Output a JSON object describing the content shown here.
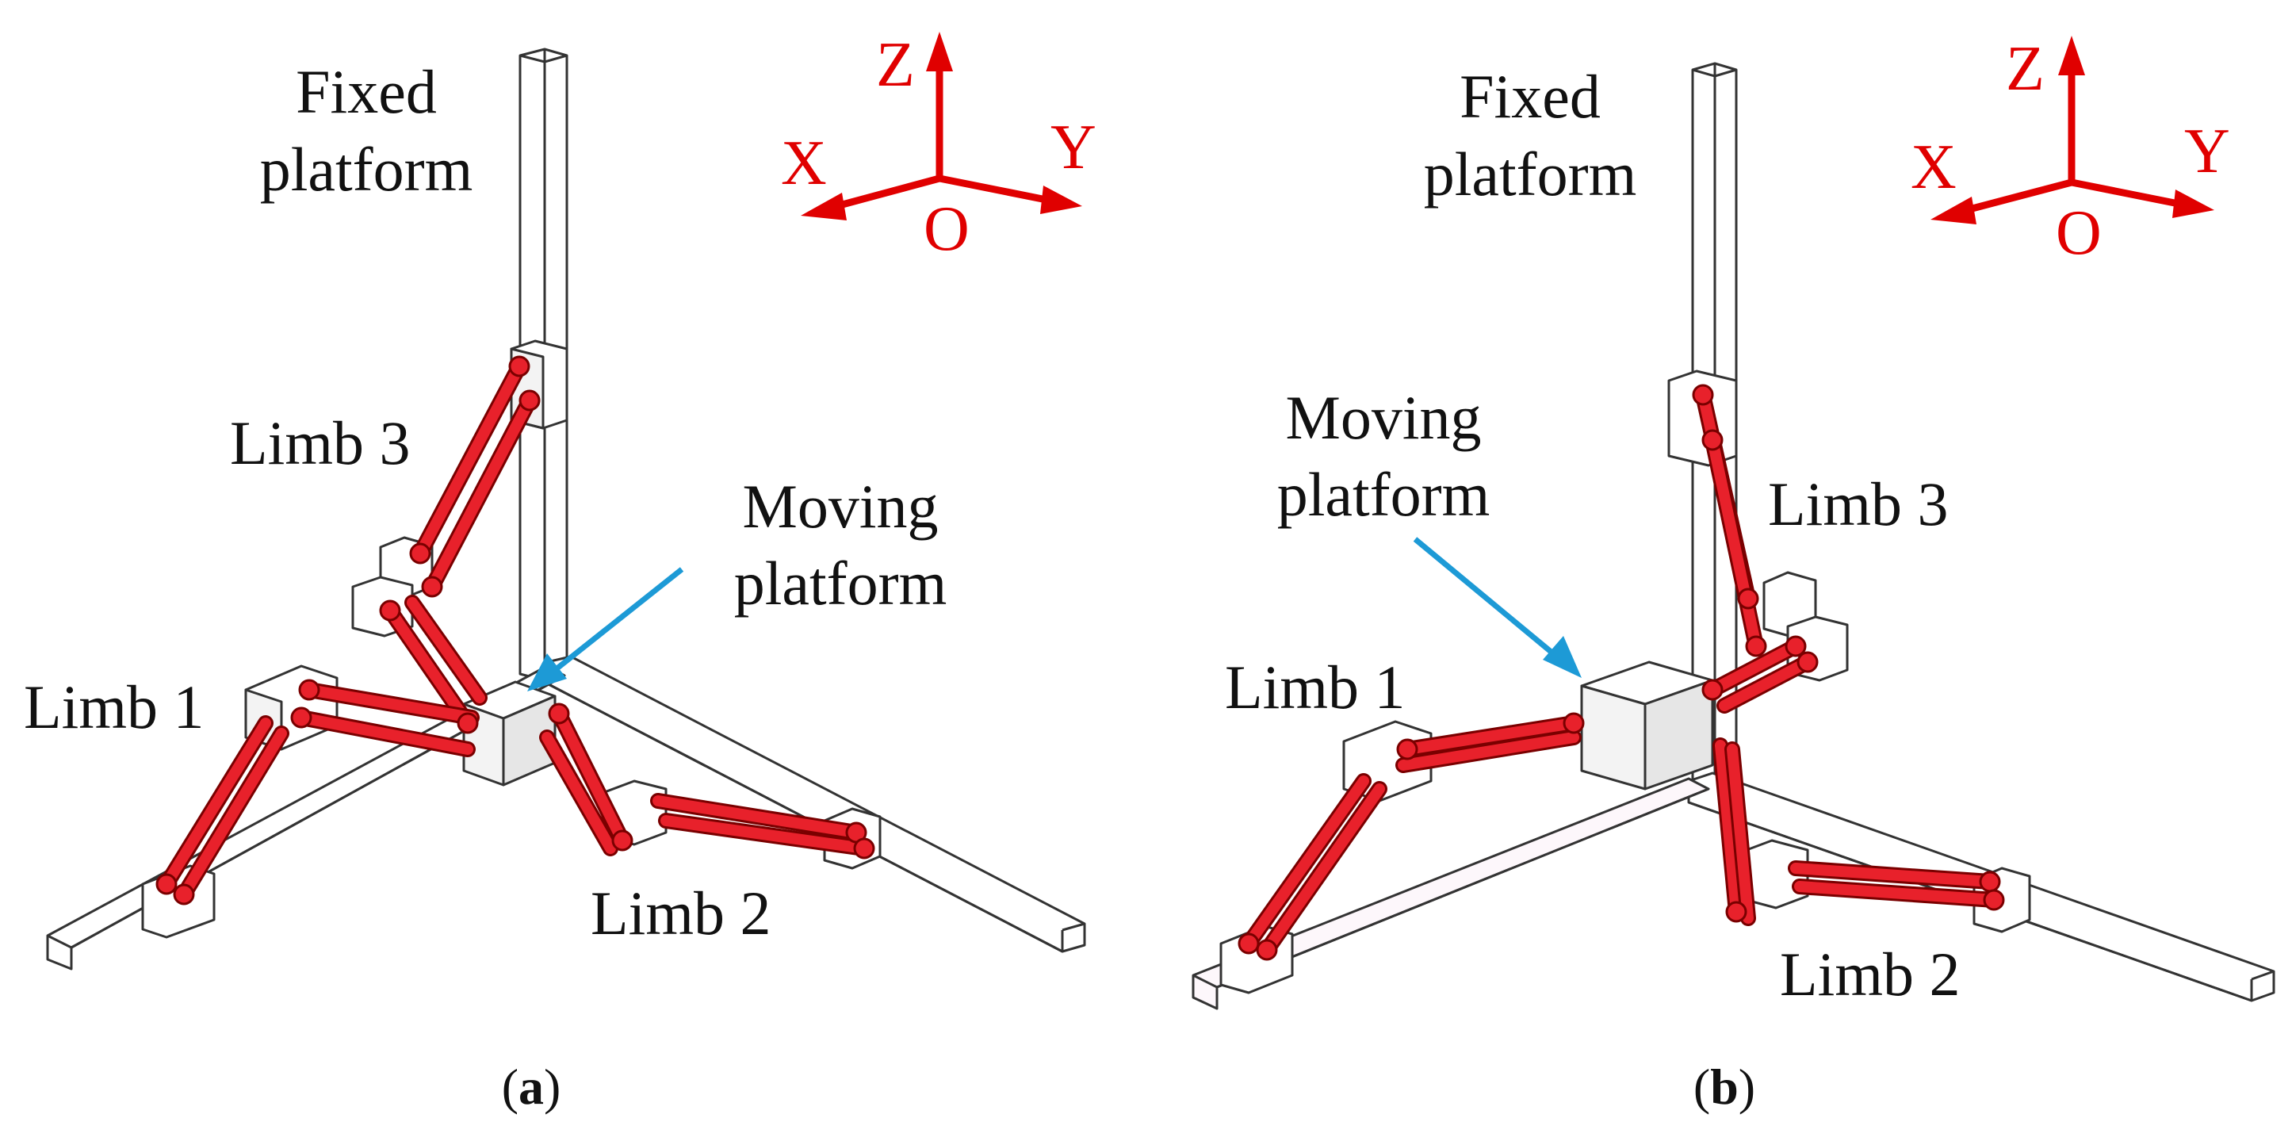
{
  "panels": [
    {
      "id": "a",
      "caption_open": "(",
      "caption_letter": "a",
      "caption_close": ")",
      "labels": {
        "fixed_line1": "Fixed",
        "fixed_line2": "platform",
        "moving_line1": "Moving",
        "moving_line2": "platform",
        "limb1": "Limb 1",
        "limb2": "Limb 2",
        "limb3": "Limb 3"
      },
      "axes": {
        "z": "Z",
        "x": "X",
        "y": "Y",
        "o": "O"
      }
    },
    {
      "id": "b",
      "caption_open": "(",
      "caption_letter": "b",
      "caption_close": ")",
      "labels": {
        "fixed_line1": "Fixed",
        "fixed_line2": "platform",
        "moving_line1": "Moving",
        "moving_line2": "platform",
        "limb1": "Limb 1",
        "limb2": "Limb 2",
        "limb3": "Limb 3"
      },
      "axes": {
        "z": "Z",
        "x": "X",
        "y": "Y",
        "o": "O"
      }
    }
  ],
  "colors": {
    "link_red": "#e8212b",
    "axis_red": "#e00000",
    "arrow_blue": "#1d9ad6",
    "outline": "#333333"
  }
}
